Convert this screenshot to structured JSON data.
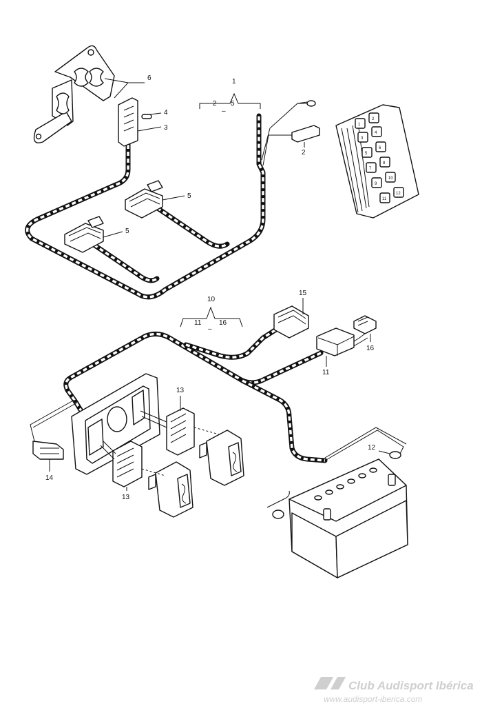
{
  "callouts": {
    "c1": "1",
    "c2": "2",
    "c_dash_1": "–",
    "c5_top": "5",
    "c6": "6",
    "c4": "4",
    "c3": "3",
    "c2_fuse": "2",
    "c5_a": "5",
    "c5_b": "5",
    "c10": "10",
    "c11_top": "11",
    "c_dash_10": "–",
    "c16_top": "16",
    "c15": "15",
    "c16": "16",
    "c11": "11",
    "c13_a": "13",
    "c13_b": "13",
    "c14": "14",
    "c12": "12"
  },
  "fuse_box": {
    "labels": [
      "1",
      "2",
      "3",
      "4",
      "5",
      "6",
      "7",
      "8",
      "9",
      "10",
      "11",
      "12"
    ]
  },
  "watermark": {
    "title": "Club Audisport Ibérica",
    "url": "www.audisport-iberica.com"
  }
}
